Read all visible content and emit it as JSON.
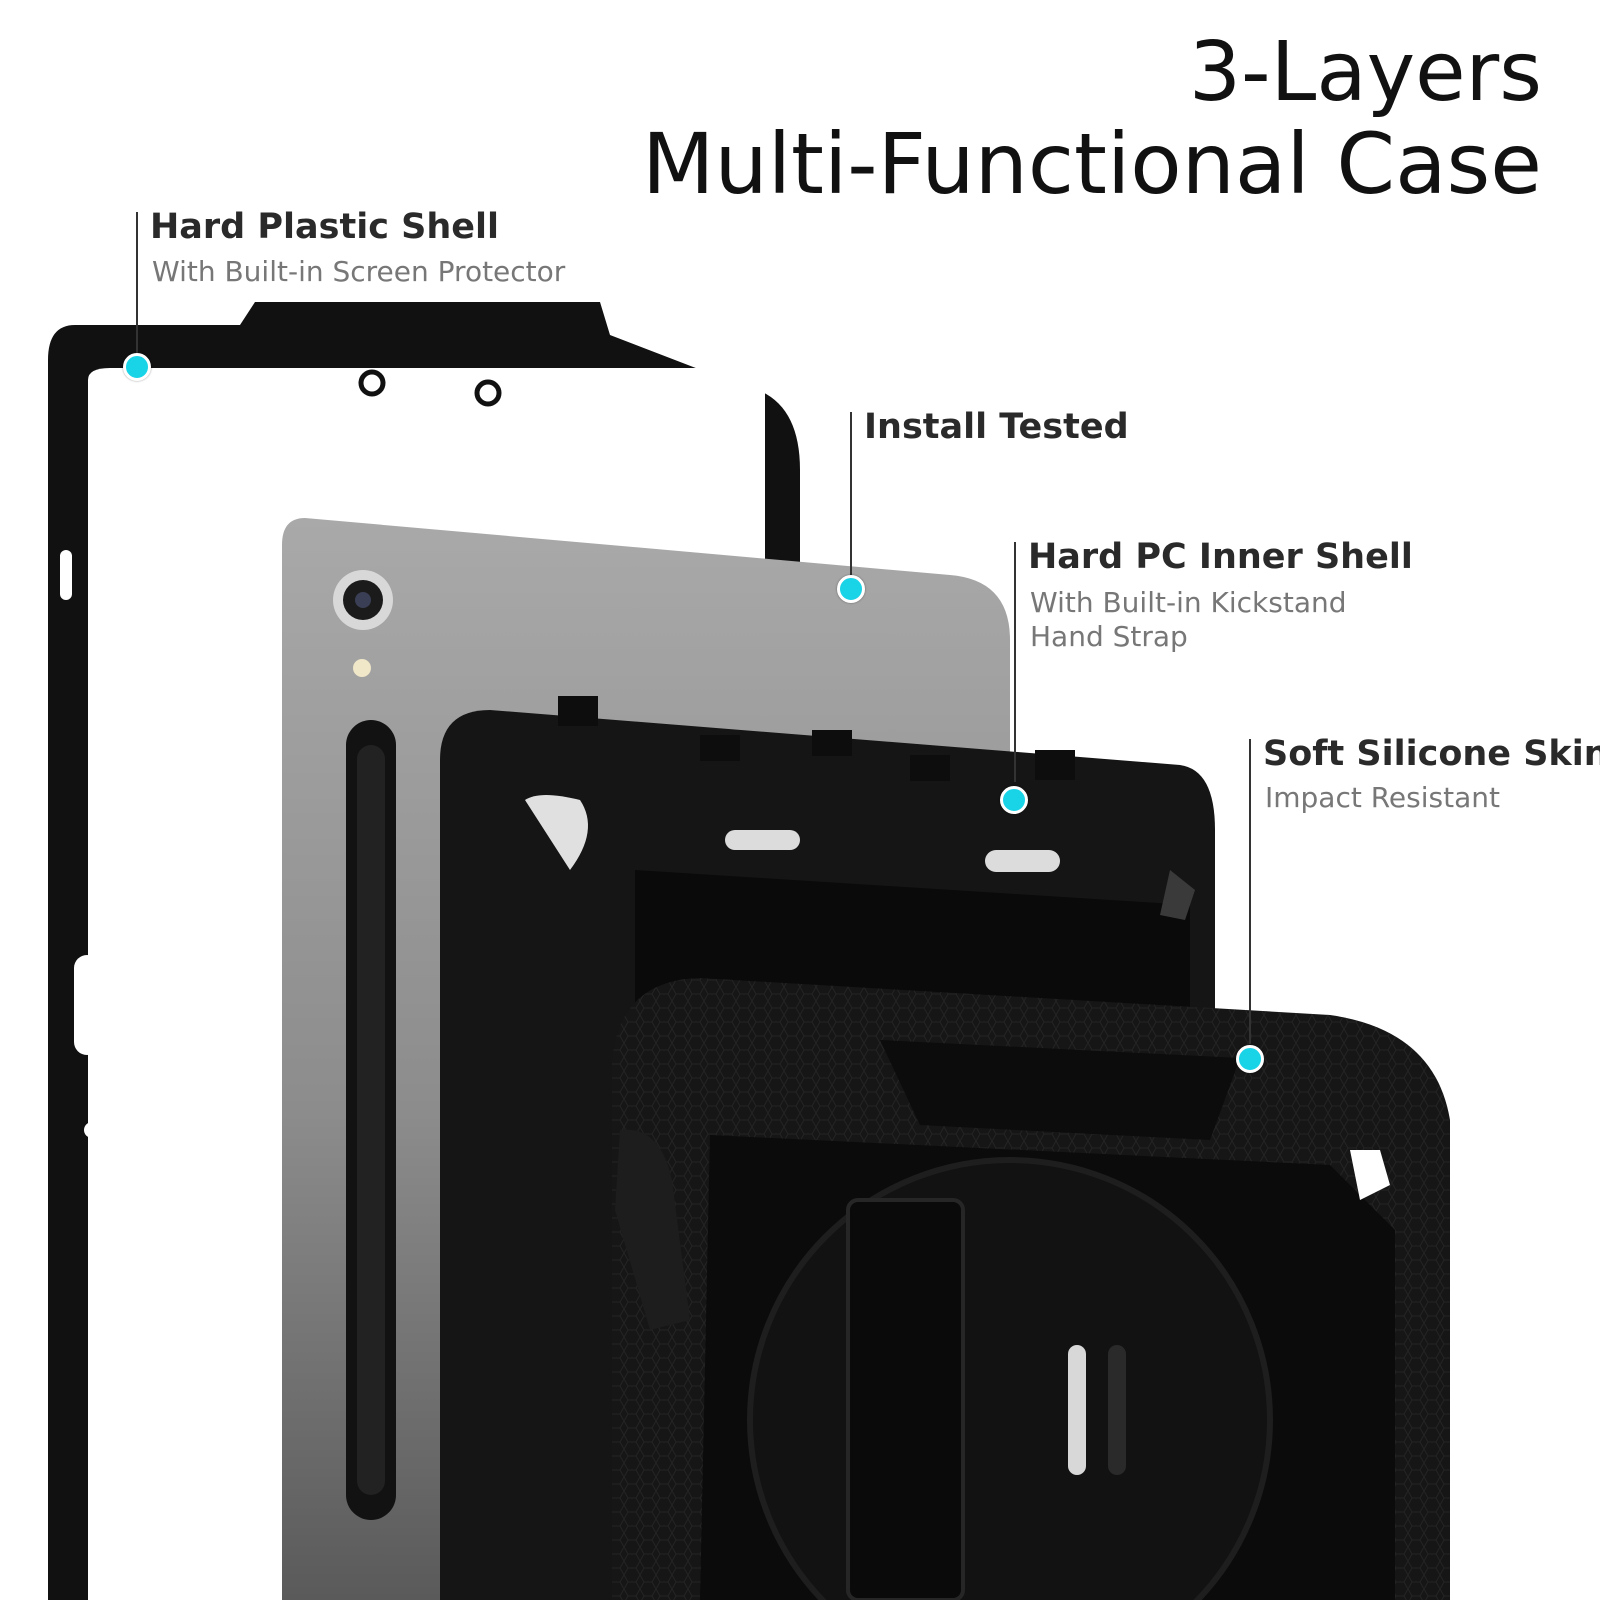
{
  "heading": {
    "line1": "3-Layers",
    "line2": "Multi-Functional Case"
  },
  "callouts": {
    "hard_plastic": {
      "title": "Hard Plastic Shell",
      "subtitle": "With Built-in Screen Protector"
    },
    "install": {
      "title": "Install Tested"
    },
    "pc_inner": {
      "title": "Hard PC Inner Shell",
      "subtitle_1": "With Built-in Kickstand",
      "subtitle_2": "Hand Strap"
    },
    "silicone": {
      "title": "Soft Silicone Skin",
      "subtitle": "Impact Resistant"
    }
  },
  "colors": {
    "accent_dot": "#19d3e6",
    "case_black": "#111111",
    "tablet_gray": "#9a9a9a"
  }
}
